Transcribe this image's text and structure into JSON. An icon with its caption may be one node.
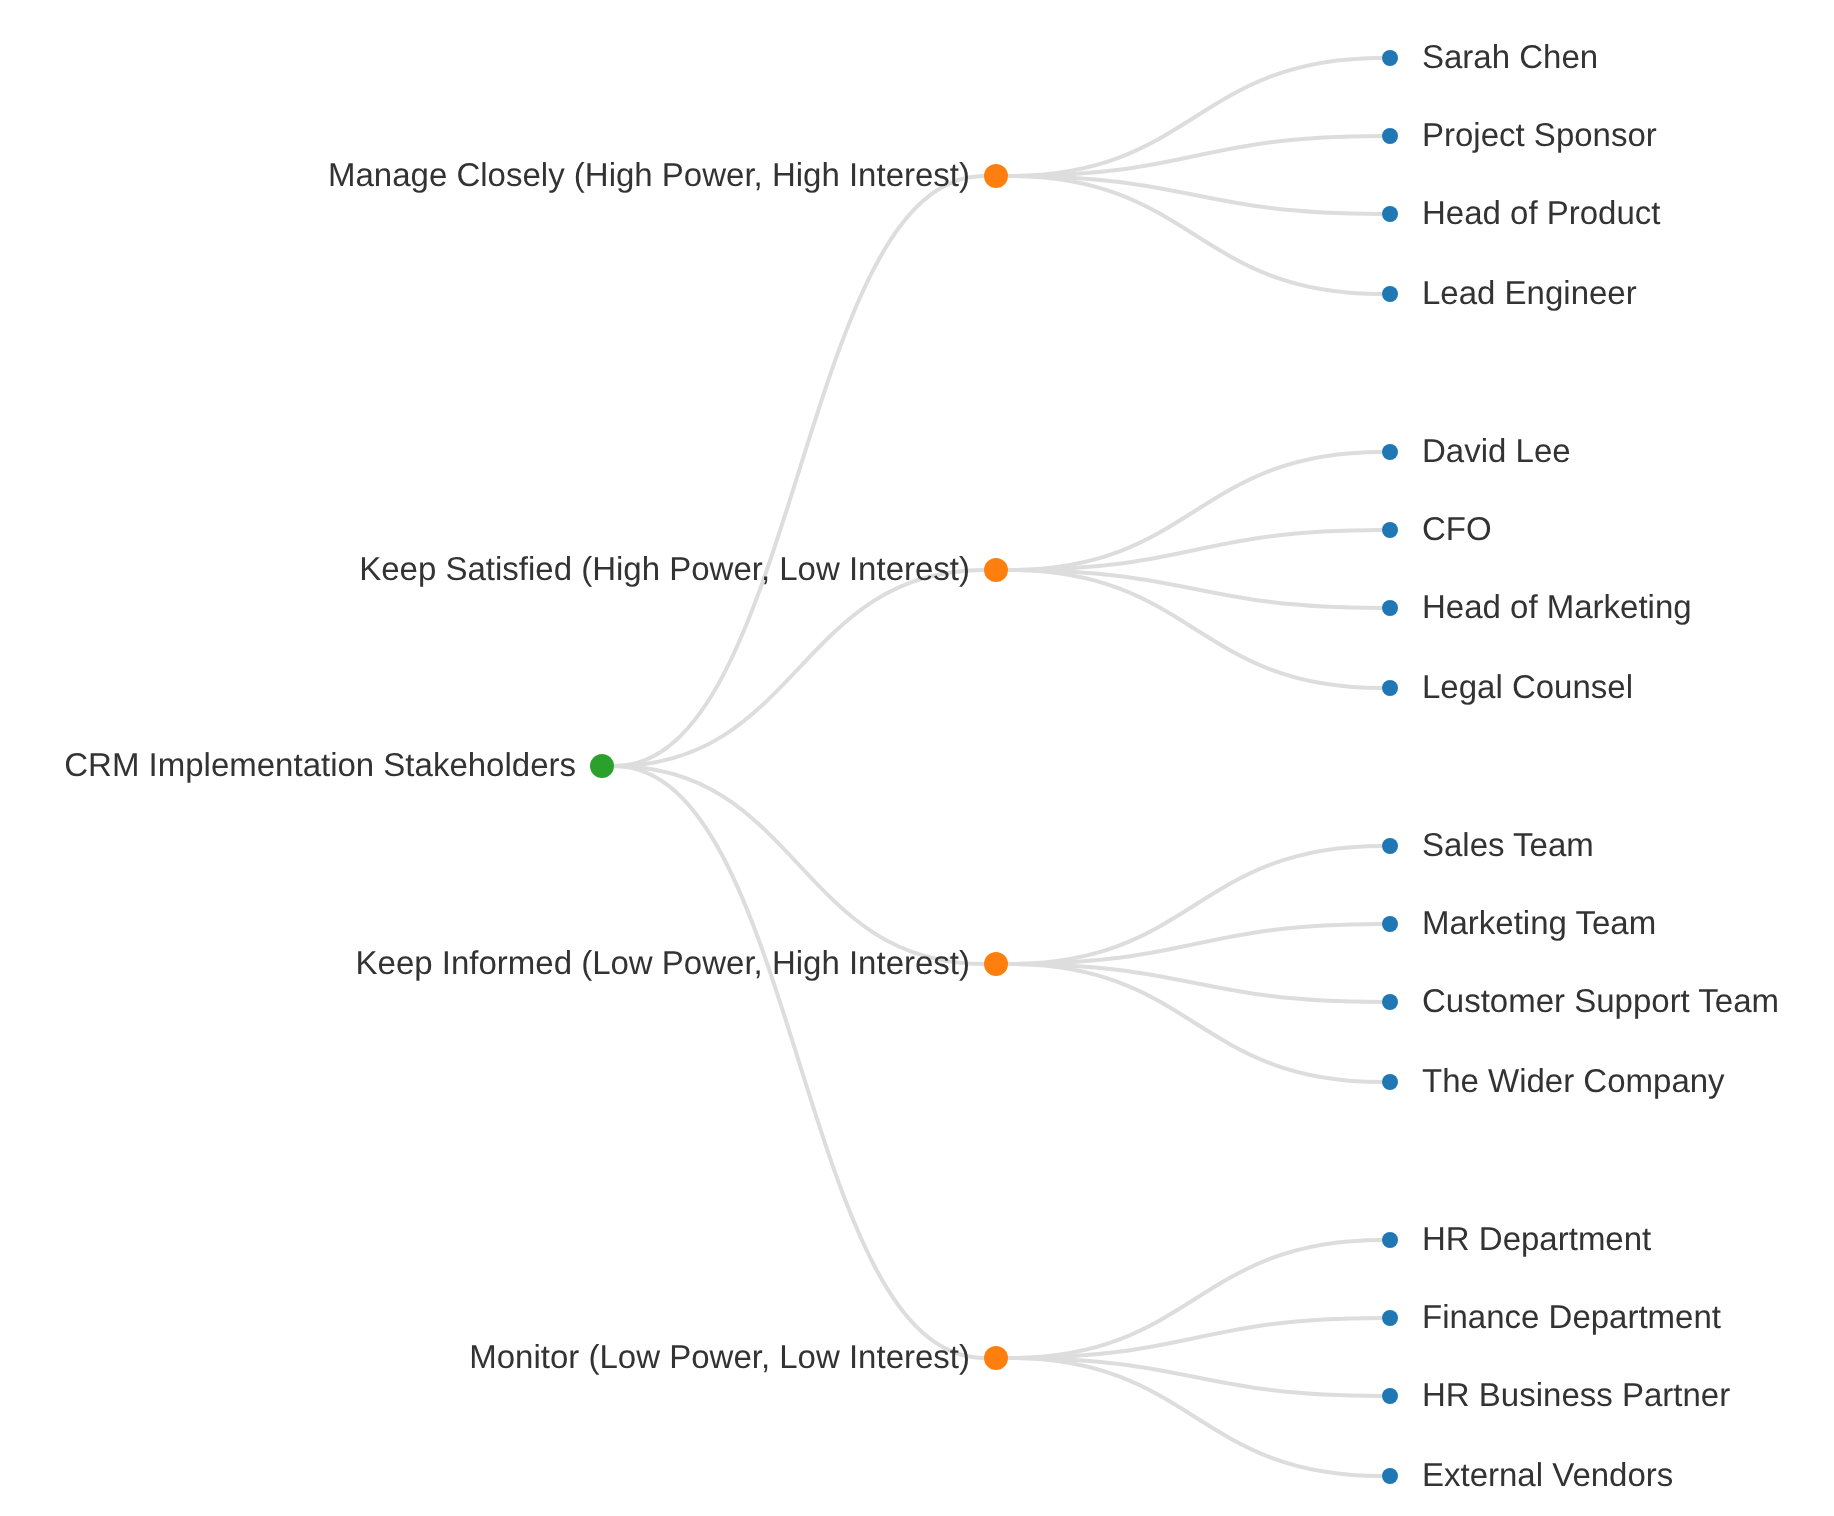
{
  "diagram": {
    "nodes": [
      {
        "text": [],
        "shape": "circle",
        "beside": [
          "CRM Implementation Stakeholders"
        ]
      },
      {
        "text": [],
        "shape": "circle",
        "beside": [
          "Manage Closely (High Power, High Interest)"
        ]
      },
      {
        "text": [],
        "shape": "circle",
        "beside": [
          "Sarah Chen"
        ]
      },
      {
        "text": [],
        "shape": "circle",
        "beside": [
          "Project Sponsor"
        ]
      },
      {
        "text": [],
        "shape": "circle",
        "beside": [
          "Head of Product"
        ]
      },
      {
        "text": [],
        "shape": "circle",
        "beside": [
          "Lead Engineer"
        ]
      },
      {
        "text": [],
        "shape": "circle",
        "beside": [
          "Keep Satisfied (High Power, Low Interest)"
        ]
      },
      {
        "text": [],
        "shape": "circle",
        "beside": [
          "David Lee"
        ]
      },
      {
        "text": [],
        "shape": "circle",
        "beside": [
          "CFO"
        ]
      },
      {
        "text": [],
        "shape": "circle",
        "beside": [
          "Head of Marketing"
        ]
      },
      {
        "text": [],
        "shape": "circle",
        "beside": [
          "Legal Counsel"
        ]
      },
      {
        "text": [],
        "shape": "circle",
        "beside": [
          "Keep Informed (Low Power, High Interest)"
        ]
      },
      {
        "text": [],
        "shape": "circle",
        "beside": [
          "Sales Team"
        ]
      },
      {
        "text": [],
        "shape": "circle",
        "beside": [
          "Marketing Team"
        ]
      },
      {
        "text": [],
        "shape": "circle",
        "beside": [
          "Customer Support Team"
        ]
      },
      {
        "text": [],
        "shape": "circle",
        "beside": [
          "The Wider Company"
        ]
      },
      {
        "text": [],
        "shape": "circle",
        "beside": [
          "Monitor (Low Power, Low Interest)"
        ]
      },
      {
        "text": [],
        "shape": "circle",
        "beside": [
          "HR Department"
        ]
      },
      {
        "text": [],
        "shape": "circle",
        "beside": [
          "Finance Department"
        ]
      },
      {
        "text": [],
        "shape": "circle",
        "beside": [
          "HR Business Partner"
        ]
      },
      {
        "text": [],
        "shape": "circle",
        "beside": [
          "External Vendors"
        ]
      }
    ],
    "edges": [
      {
        "from": 0,
        "to": 1,
        "arrow": "none"
      },
      {
        "from": 1,
        "to": 2,
        "arrow": "none"
      },
      {
        "from": 1,
        "to": 3,
        "arrow": "none"
      },
      {
        "from": 1,
        "to": 4,
        "arrow": "none"
      },
      {
        "from": 1,
        "to": 5,
        "arrow": "none"
      },
      {
        "from": 0,
        "to": 6,
        "arrow": "none"
      },
      {
        "from": 6,
        "to": 7,
        "arrow": "none"
      },
      {
        "from": 6,
        "to": 8,
        "arrow": "none"
      },
      {
        "from": 6,
        "to": 9,
        "arrow": "none"
      },
      {
        "from": 6,
        "to": 10,
        "arrow": "none"
      },
      {
        "from": 0,
        "to": 11,
        "arrow": "none"
      },
      {
        "from": 11,
        "to": 12,
        "arrow": "none"
      },
      {
        "from": 11,
        "to": 13,
        "arrow": "none"
      },
      {
        "from": 11,
        "to": 14,
        "arrow": "none"
      },
      {
        "from": 11,
        "to": 15,
        "arrow": "none"
      },
      {
        "from": 0,
        "to": 16,
        "arrow": "none"
      },
      {
        "from": 16,
        "to": 17,
        "arrow": "none"
      },
      {
        "from": 16,
        "to": 18,
        "arrow": "none"
      },
      {
        "from": 16,
        "to": 19,
        "arrow": "none"
      },
      {
        "from": 16,
        "to": 20,
        "arrow": "none"
      }
    ]
  }
}
